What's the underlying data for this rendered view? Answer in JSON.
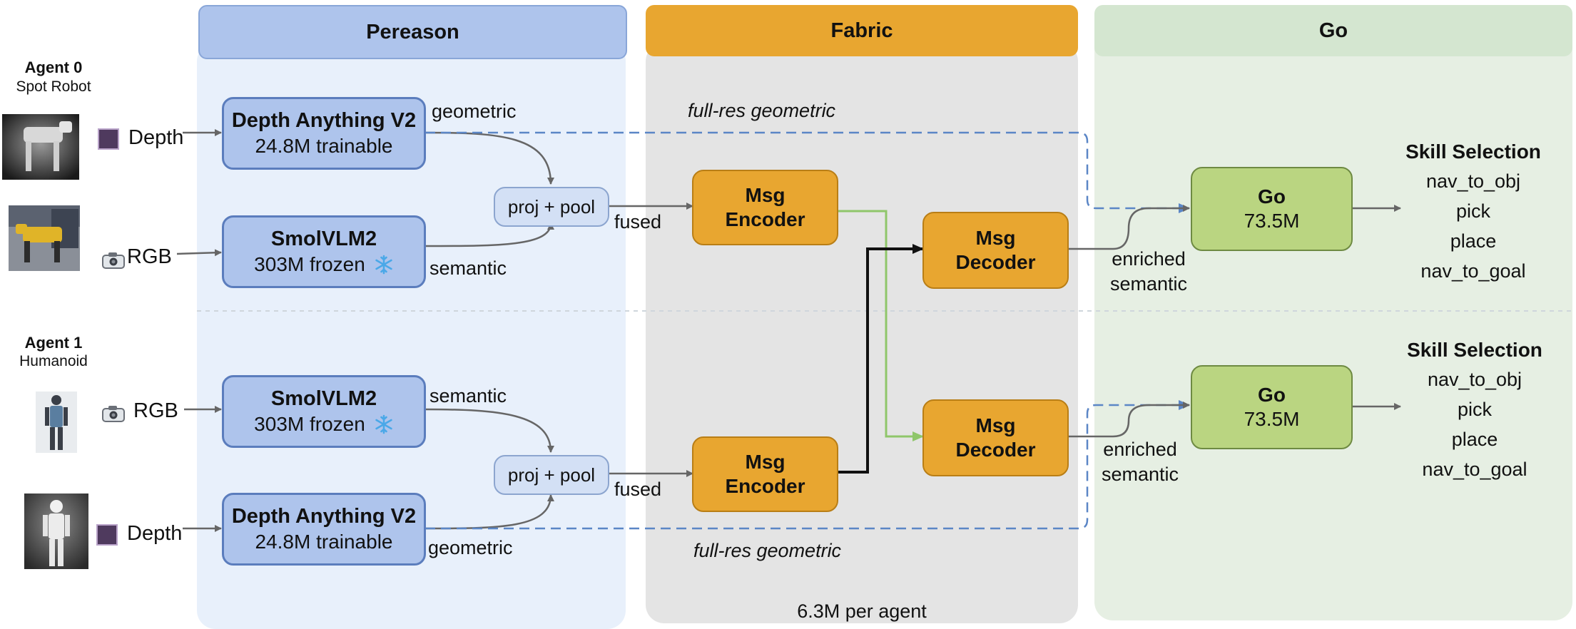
{
  "panels": {
    "perception": {
      "title": "Pereason",
      "header_color": "#aec4ec",
      "body_color": "#e8f0fb"
    },
    "fabric": {
      "title": "Fabric",
      "header_color": "#e8a630",
      "body_color": "#e4e4e4",
      "footer": "6.3M per agent"
    },
    "go": {
      "title": "Go",
      "header_color": "#d4e6d0",
      "body_color": "#e6efe3"
    }
  },
  "agents": [
    {
      "name": "Agent 0",
      "type": "Spot Robot",
      "depth_input": "Depth",
      "rgb_input": "RGB",
      "depth_model": {
        "title": "Depth Anything V2",
        "subtitle": "24.8M trainable"
      },
      "vlm_model": {
        "title": "SmolVLM2",
        "subtitle": "303M frozen"
      },
      "geometric_label": "geometric",
      "semantic_label": "semantic",
      "pool_label": "proj + pool",
      "fused_label": "fused",
      "full_res_label": "full-res geometric",
      "encoder_label": [
        "Msg",
        "Encoder"
      ],
      "decoder_label": [
        "Msg",
        "Decoder"
      ],
      "enriched_label": [
        "enriched",
        "semantic"
      ],
      "go_label": "Go",
      "go_params": "73.5M",
      "skill_title": "Skill Selection",
      "skills": [
        "nav_to_obj",
        "pick",
        "place",
        "nav_to_goal"
      ]
    },
    {
      "name": "Agent 1",
      "type": "Humanoid",
      "depth_input": "Depth",
      "rgb_input": "RGB",
      "depth_model": {
        "title": "Depth Anything V2",
        "subtitle": "24.8M trainable"
      },
      "vlm_model": {
        "title": "SmolVLM2",
        "subtitle": "303M frozen"
      },
      "geometric_label": "geometric",
      "semantic_label": "semantic",
      "pool_label": "proj + pool",
      "fused_label": "fused",
      "full_res_label": "full-res geometric",
      "encoder_label": [
        "Msg",
        "Encoder"
      ],
      "decoder_label": [
        "Msg",
        "Decoder"
      ],
      "enriched_label": [
        "enriched",
        "semantic"
      ],
      "go_label": "Go",
      "go_params": "73.5M",
      "skill_title": "Skill Selection",
      "skills": [
        "nav_to_obj",
        "pick",
        "place",
        "nav_to_goal"
      ]
    }
  ],
  "icons": {
    "camera": "camera-icon",
    "snowflake": "snowflake-icon",
    "depth": "depth-square-icon"
  },
  "colors": {
    "arrow_gray": "#666666",
    "dashed_blue": "#5b86c6",
    "msg_green": "#8fc66a",
    "msg_black": "#111111"
  }
}
